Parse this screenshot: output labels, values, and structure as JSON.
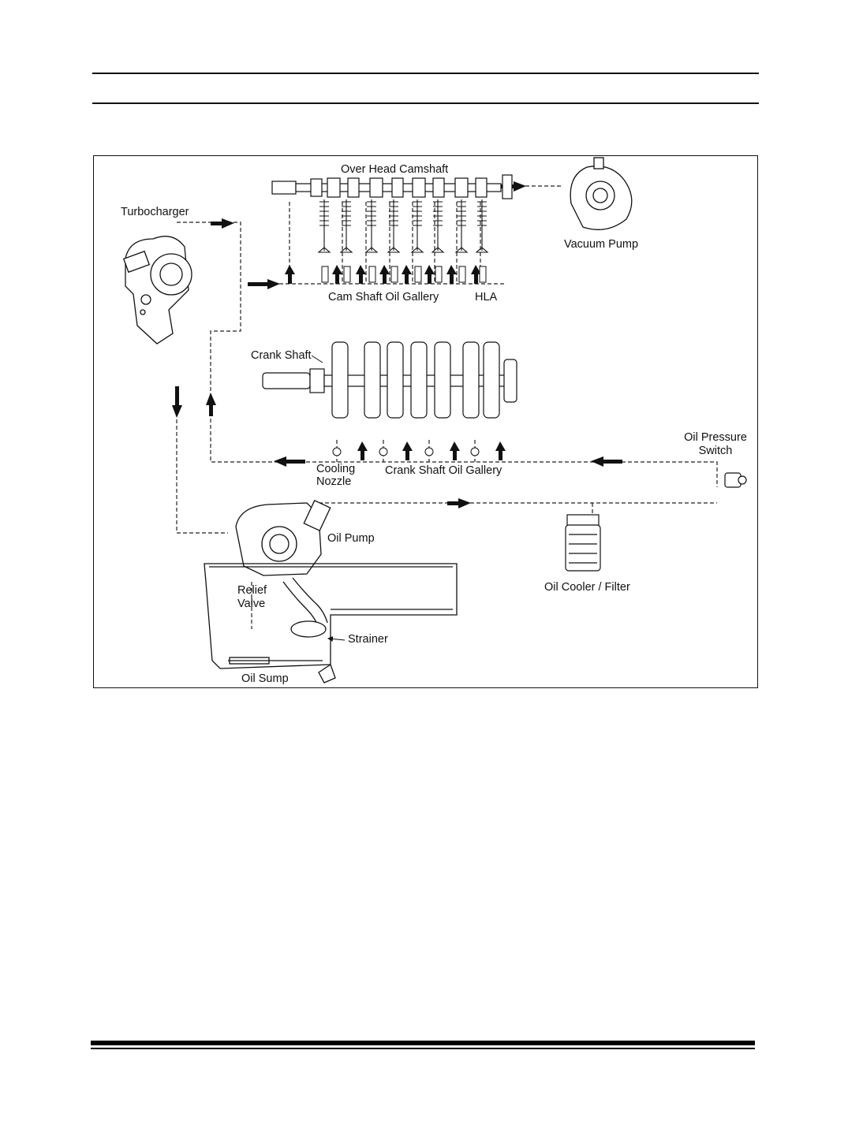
{
  "labels": {
    "camshaft": "Over Head Camshaft",
    "vacuum_pump": "Vacuum Pump",
    "turbocharger": "Turbocharger",
    "cam_gallery": "Cam Shaft Oil Gallery",
    "hla": "HLA",
    "crank_shaft": "Crank Shaft",
    "cooling_nozzle_1": "Cooling",
    "cooling_nozzle_2": "Nozzle",
    "crank_gallery": "Crank Shaft Oil Gallery",
    "oil_pressure_switch_1": "Oil Pressure",
    "oil_pressure_switch_2": "Switch",
    "oil_pump": "Oil Pump",
    "relief_valve_1": "Relief",
    "relief_valve_2": "Valve",
    "oil_cooler_filter": "Oil Cooler / Filter",
    "strainer": "Strainer",
    "oil_sump": "Oil Sump"
  },
  "colors": {
    "ink": "#111111",
    "line": "#222222",
    "paper": "#ffffff"
  }
}
